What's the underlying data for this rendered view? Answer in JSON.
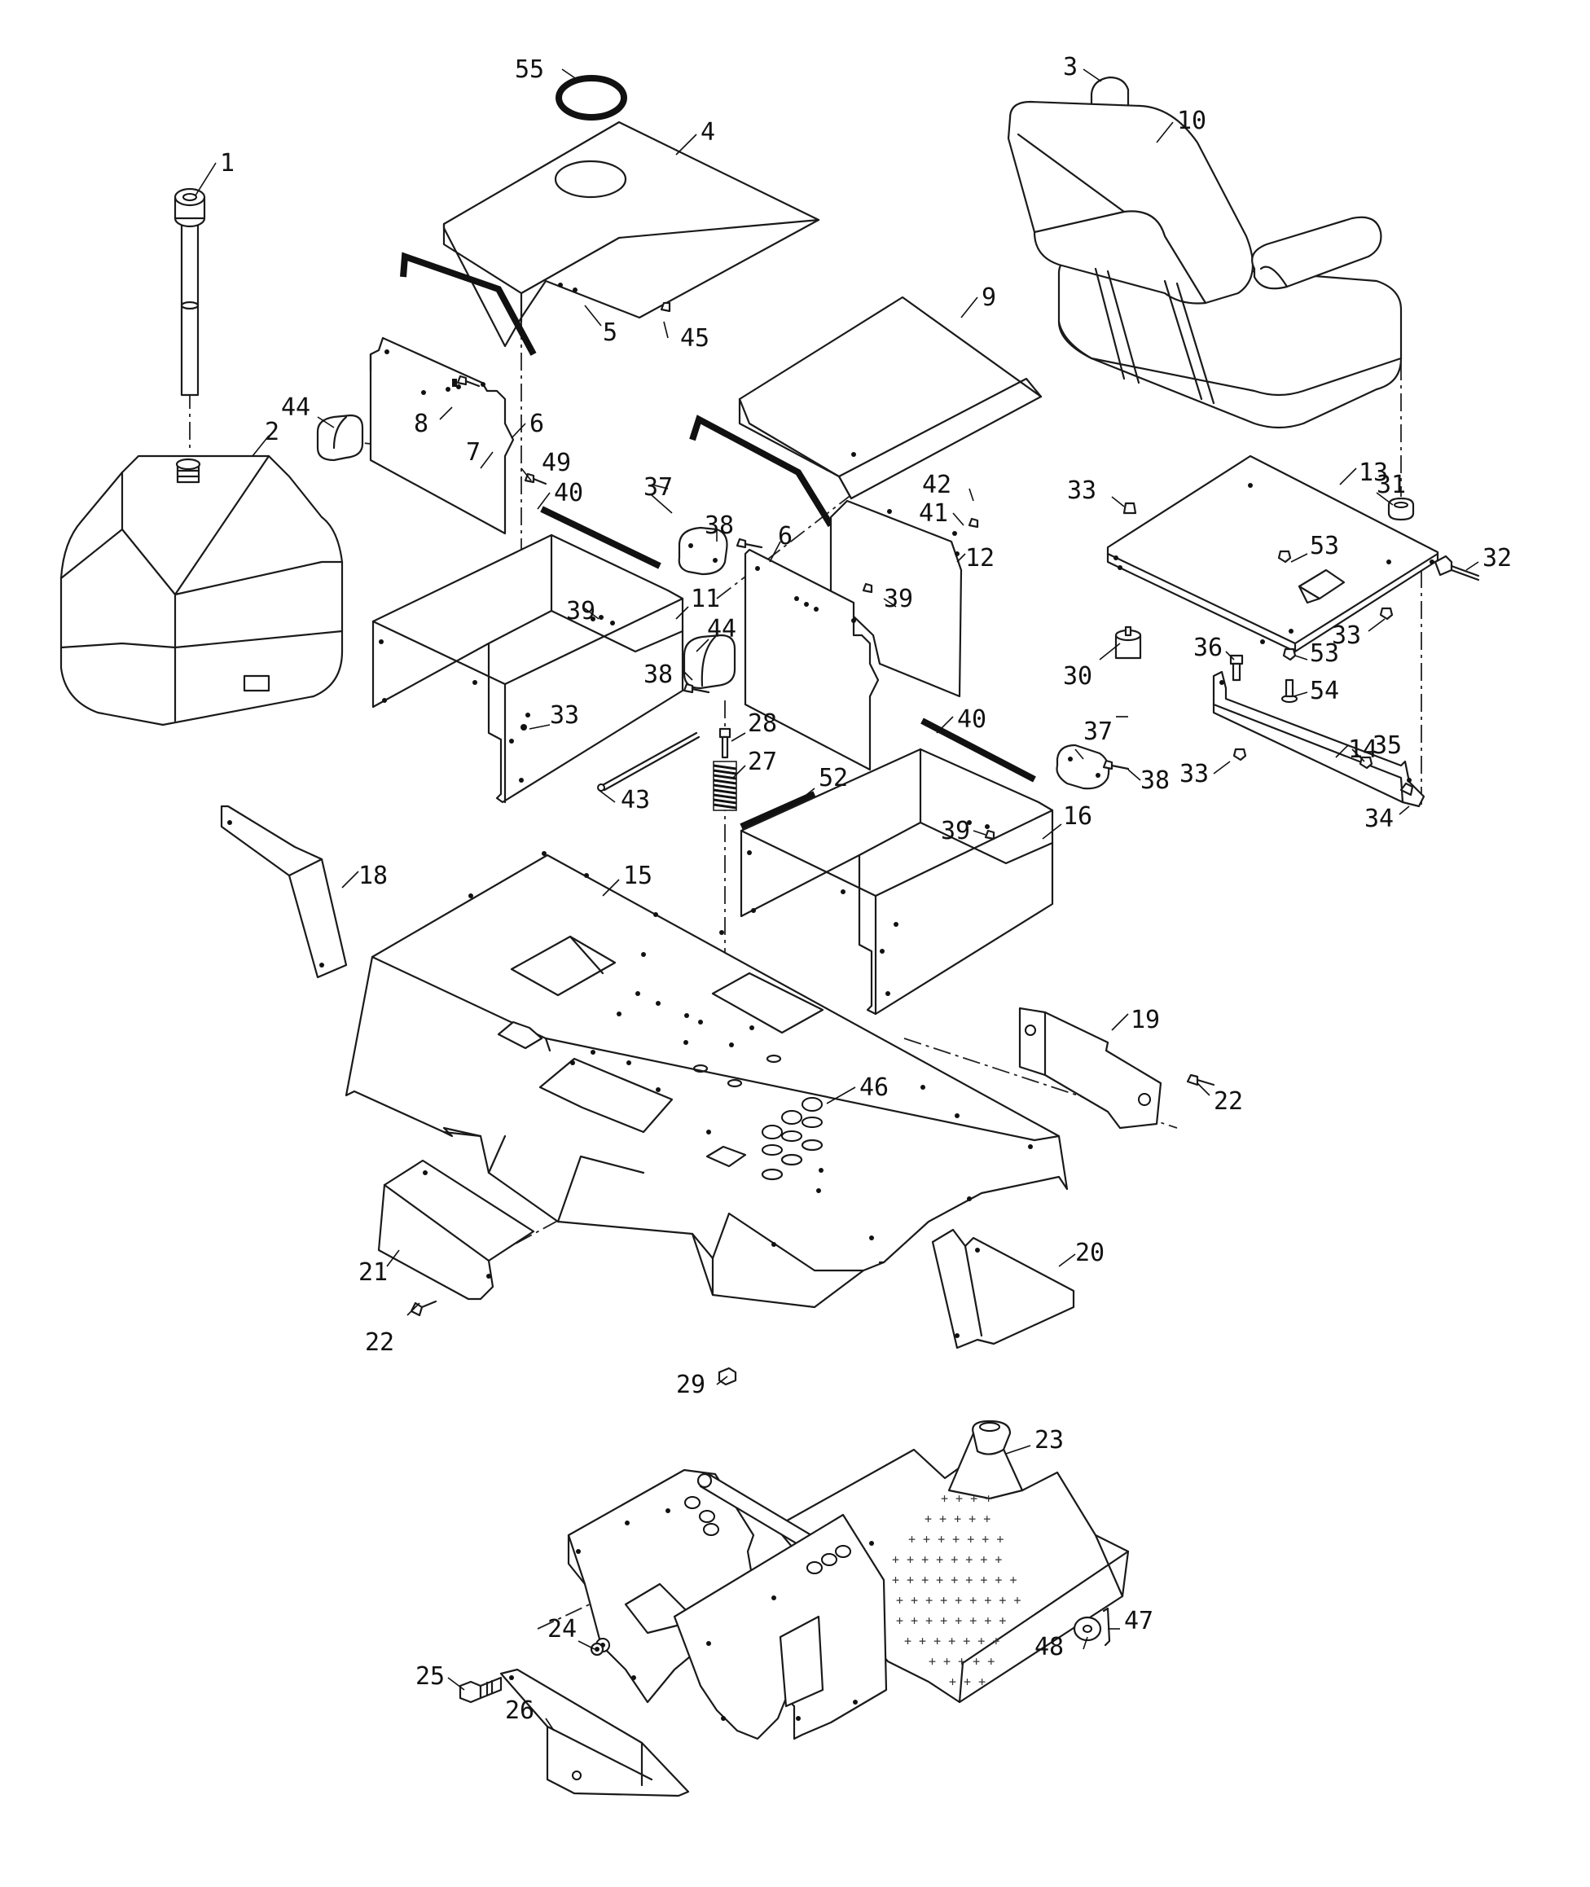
{
  "callouts": [
    "1",
    "2",
    "3",
    "4",
    "5",
    "6",
    "6",
    "7",
    "8",
    "9",
    "10",
    "11",
    "12",
    "13",
    "14",
    "15",
    "16",
    "18",
    "19",
    "20",
    "21",
    "22",
    "22",
    "23",
    "24",
    "25",
    "26",
    "27",
    "28",
    "29",
    "30",
    "31",
    "32",
    "33",
    "33",
    "33",
    "33",
    "34",
    "35",
    "36",
    "37",
    "37",
    "38",
    "38",
    "38",
    "39",
    "39",
    "39",
    "40",
    "40",
    "41",
    "42",
    "43",
    "44",
    "44",
    "45",
    "46",
    "47",
    "48",
    "49",
    "52",
    "53",
    "53",
    "54",
    "55"
  ]
}
